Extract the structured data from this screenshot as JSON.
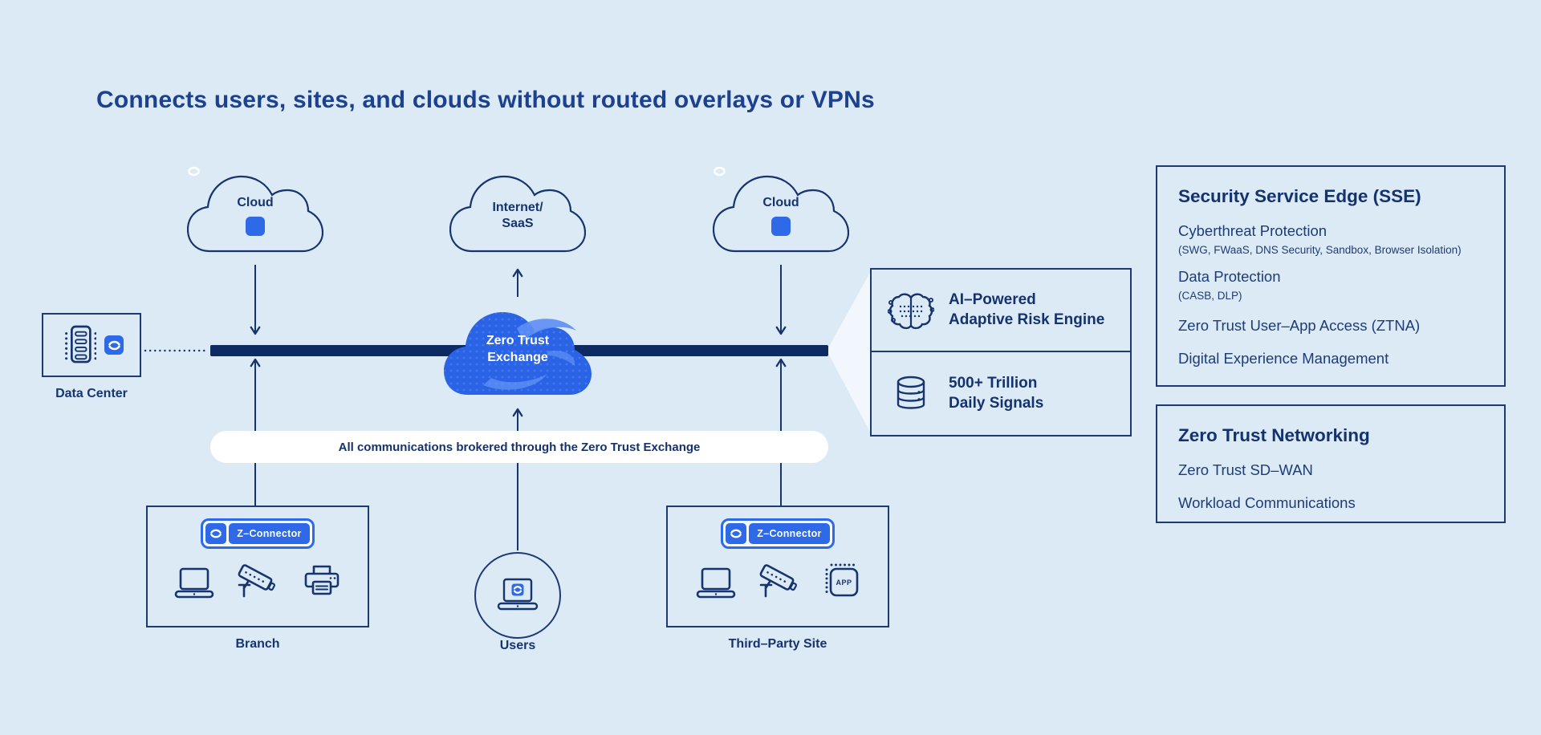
{
  "title": "Connects users, sites, and clouds without routed overlays or VPNs",
  "colors": {
    "background": "#dceaf6",
    "navy_text": "#16346d",
    "title_blue": "#1d4191",
    "accent_blue": "#2e6ae8",
    "exchange_cloud_blue": "#2b63e6",
    "exchange_swoosh_blue": "#5d8ef5",
    "bar_navy": "#0d2a63",
    "pill_white": "#ffffff"
  },
  "clouds": {
    "left": {
      "label": "Cloud",
      "icon": "zscaler-logo-icon"
    },
    "center": {
      "line1": "Internet/",
      "line2": "SaaS"
    },
    "right": {
      "label": "Cloud",
      "icon": "zscaler-logo-icon"
    }
  },
  "exchange": {
    "line1": "Zero Trust",
    "line2": "Exchange"
  },
  "data_center": {
    "label": "Data Center",
    "icons": [
      "server-icon",
      "zscaler-logo-icon"
    ]
  },
  "pill": {
    "regular": "All communications brokered through the",
    "bold": "Zero Trust Exchange"
  },
  "branch": {
    "connector_label": "Z–Connector",
    "label": "Branch",
    "icons": [
      "laptop-icon",
      "security-camera-icon",
      "printer-icon"
    ]
  },
  "users": {
    "label": "Users",
    "icon": "laptop-zscaler-icon"
  },
  "third_party": {
    "connector_label": "Z–Connector",
    "label": "Third–Party Site",
    "icons": [
      "laptop-icon",
      "security-camera-icon",
      "app-icon"
    ],
    "app_text": "APP"
  },
  "engine_box": {
    "rows": [
      {
        "icon": "ai-brain-icon",
        "line1": "AI–Powered",
        "line2": "Adaptive Risk Engine"
      },
      {
        "icon": "database-icon",
        "line1": "500+ Trillion",
        "line2": "Daily Signals"
      }
    ]
  },
  "sse_panel": {
    "title": "Security Service Edge (SSE)",
    "items": [
      {
        "label": "Cyberthreat Protection",
        "sub": "(SWG, FWaaS, DNS Security, Sandbox, Browser Isolation)"
      },
      {
        "label": "Data Protection",
        "sub": "(CASB, DLP)"
      },
      {
        "label": "Zero Trust User–App Access (ZTNA)"
      },
      {
        "label": "Digital Experience Management"
      }
    ]
  },
  "ztn_panel": {
    "title": "Zero Trust Networking",
    "items": [
      {
        "label": "Zero Trust SD–WAN"
      },
      {
        "label": "Workload Communications"
      }
    ]
  }
}
